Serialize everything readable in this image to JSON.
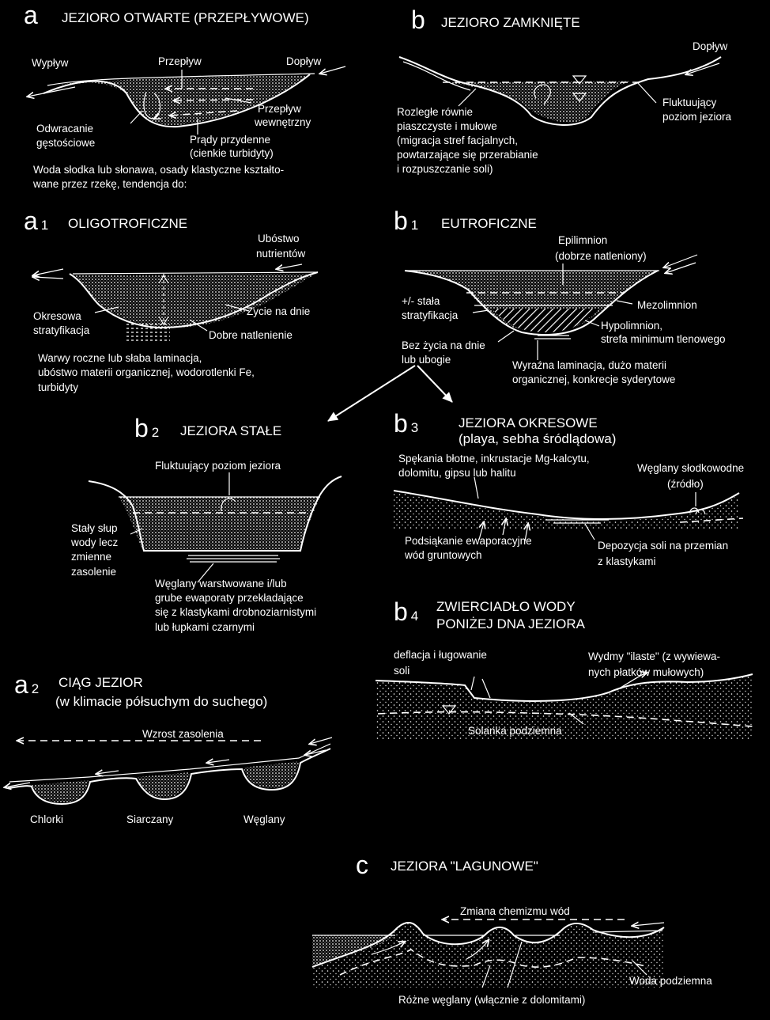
{
  "panels": {
    "a": {
      "letter": "a",
      "title": "JEZIORO OTWARTE (PRZEPŁYWOWE)",
      "labels": {
        "outflow": "Wypływ",
        "flow": "Przepływ",
        "inflow": "Dopływ",
        "internal_flow_1": "Przepływ",
        "internal_flow_2": "wewnętrzny",
        "density_1": "Odwracanie",
        "density_2": "gęstościowe",
        "bottom_1": "Prądy przydenne",
        "bottom_2": "(cienkie turbidyty)"
      },
      "note_1": "Woda słodka lub słonawa, osady klastyczne kształto-",
      "note_2": "wane przez rzekę, tendencja do:"
    },
    "b": {
      "letter": "b",
      "title": "JEZIORO ZAMKNIĘTE",
      "labels": {
        "inflow": "Dopływ",
        "plains_1": "Rozległe równie",
        "plains_2": "piaszczyste i mułowe",
        "plains_3": "(migracja stref facjalnych,",
        "plains_4": "powtarzające się przerabianie",
        "plains_5": "i rozpuszczanie soli)",
        "level_1": "Fluktuujący",
        "level_2": "poziom jeziora"
      }
    },
    "a1": {
      "letter": "a",
      "index": "1",
      "title": "OLIGOTROFICZNE",
      "labels": {
        "poor_1": "Ubóstwo",
        "poor_2": "nutrientów",
        "strat_1": "Okresowa",
        "strat_2": "stratyfikacja",
        "life": "Życie na dnie",
        "oxygen": "Dobre natlenienie",
        "desc_1": "Warwy roczne lub słaba laminacja,",
        "desc_2": "ubóstwo materii organicznej, wodorotlenki Fe,",
        "desc_3": "turbidyty"
      }
    },
    "b1": {
      "letter": "b",
      "index": "1",
      "title": "EUTROFICZNE",
      "labels": {
        "epi_1": "Epilimnion",
        "epi_2": "(dobrze natleniony)",
        "strat_1": "+/- stała",
        "strat_2": "stratyfikacja",
        "meso": "Mezolimnion",
        "hypo_1": "Hypolimnion,",
        "hypo_2": "strefa minimum tlenowego",
        "nolife_1": "Bez życia na dnie",
        "nolife_2": "lub ubogie",
        "lam_1": "Wyraźna laminacja, dużo materii",
        "lam_2": "organicznej, konkrecje syderytowe"
      }
    },
    "b2": {
      "letter": "b",
      "index": "2",
      "title": "JEZIORA STAŁE",
      "labels": {
        "level": "Fluktuujący poziom jeziora",
        "col_1": "Stały słup",
        "col_2": "wody lecz",
        "col_3": "zmienne",
        "col_4": "zasolenie",
        "carb_1": "Węglany warstwowane i/lub",
        "carb_2": "grube ewaporaty przekładające",
        "carb_3": "się z klastykami drobnoziarnistymi",
        "carb_4": "lub łupkami czarnymi"
      }
    },
    "b3": {
      "letter": "b",
      "index": "3",
      "title_1": "JEZIORA OKRESOWE",
      "title_2": "(playa, sebha śródlądowa)",
      "labels": {
        "crack_1": "Spękania błotne, inkrustacje Mg-kalcytu,",
        "crack_2": "dolomitu, gipsu lub halitu",
        "fresh_1": "Węglany słodkowodne",
        "fresh_2": "(źródło)",
        "evap_1": "Podsiąkanie ewaporacyjne",
        "evap_2": "wód gruntowych",
        "salt_1": "Depozycja soli na przemian",
        "salt_2": "z klastykami"
      }
    },
    "b4": {
      "letter": "b",
      "index": "4",
      "title_1": "ZWIERCIADŁO WODY",
      "title_2": "PONIŻEJ DNA JEZIORA",
      "labels": {
        "defl_1": "deflacja i ługowanie",
        "defl_2": "soli",
        "dunes_1": "Wydmy \"ilaste\" (z wywiewa-",
        "dunes_2": "nych płatków mułowych)",
        "brine": "Solanka podziemna"
      }
    },
    "a2": {
      "letter": "a",
      "index": "2",
      "title_1": "CIĄG JEZIOR",
      "title_2": "(w klimacie półsuchym do suchego)",
      "labels": {
        "salinity": "Wzrost zasolenia",
        "chlorides": "Chlorki",
        "sulfates": "Siarczany",
        "carbonates": "Węglany"
      }
    },
    "c": {
      "letter": "c",
      "title": "JEZIORA \"LAGUNOWE\"",
      "labels": {
        "chem": "Zmiana chemizmu wód",
        "ground": "Woda podziemna",
        "carb": "Różne węglany (włącznie z dolomitami)"
      }
    }
  }
}
